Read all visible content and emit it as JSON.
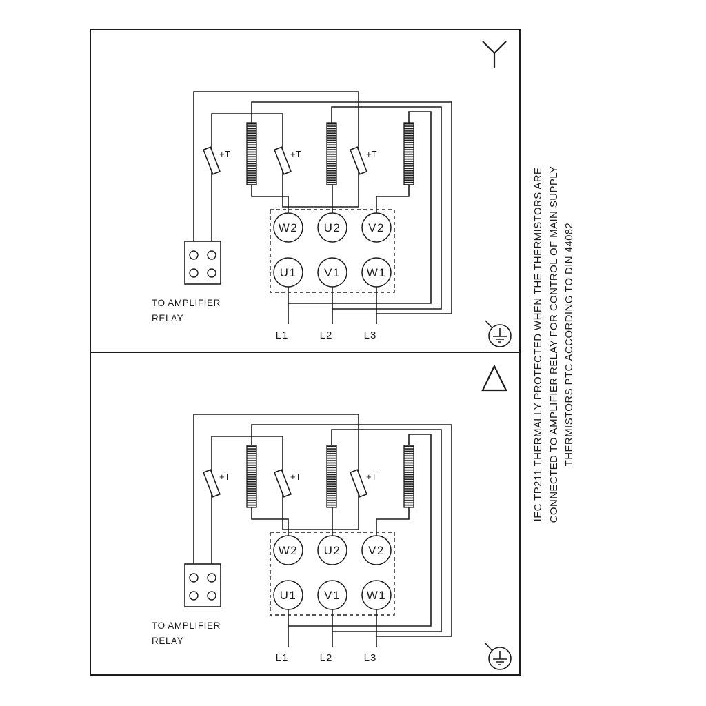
{
  "colors": {
    "ink": "#1c1c1c",
    "background": "#ffffff"
  },
  "panels": [
    {
      "id": "star",
      "symbol": "star",
      "terminals_top": [
        "W2",
        "U2",
        "V2"
      ],
      "terminals_bottom": [
        "U1",
        "V1",
        "W1"
      ],
      "supply_labels": [
        "L1",
        "L2",
        "L3"
      ],
      "thermistor_label": "+T",
      "relay_label": [
        "TO AMPLIFIER",
        "RELAY"
      ]
    },
    {
      "id": "delta",
      "symbol": "delta",
      "terminals_top": [
        "W2",
        "U2",
        "V2"
      ],
      "terminals_bottom": [
        "U1",
        "V1",
        "W1"
      ],
      "supply_labels": [
        "L1",
        "L2",
        "L3"
      ],
      "thermistor_label": "+T",
      "relay_label": [
        "TO AMPLIFIER",
        "RELAY"
      ]
    }
  ],
  "side_note": {
    "lines": [
      "IEC TP211 THERMALLY PROTECTED WHEN THE THERMISTORS ARE",
      "CONNECTED TO AMPLIFIER RELAY FOR CONTROL OF MAIN SUPPLY",
      "THERMISTORS PTC ACCORDING TO DIN 44082"
    ]
  }
}
